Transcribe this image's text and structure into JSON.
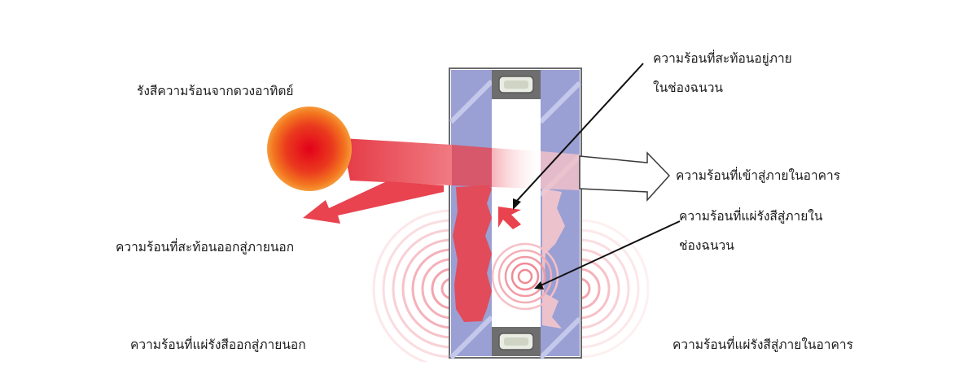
{
  "labels": {
    "solar_radiation": "รังสีความร้อนจากดวงอาทิตย์",
    "reflected_in_cavity_line1": "ความร้อนที่สะท้อนอยู่ภาย",
    "reflected_in_cavity_line2": "ในช่องฉนวน",
    "heat_entering_building": "ความร้อนที่เข้าสู่ภายในอาคาร",
    "radiated_into_cavity_line1": "ความร้อนที่แผ่รังสีสู่ภายใน",
    "radiated_into_cavity_line2": "ช่องฉนวน",
    "reflected_outside": "ความร้อนที่สะท้อนออกสู่ภายนอก",
    "radiated_outside": "ความร้อนที่แผ่รังสีออกสู่ภายนอก",
    "radiated_into_building": "ความร้อนที่แผ่รังสีสู่ภายในอาคาร"
  },
  "colors": {
    "sun": "#e83a1c",
    "heat_red": "#e8434f",
    "glass_blue": "#9aa0d4",
    "frame": "#555555",
    "spacer": "#7a7a7a"
  },
  "icons": {
    "sun": "sun-icon",
    "spacer_top": "glass-spacer-icon",
    "spacer_bottom": "glass-spacer-icon"
  }
}
